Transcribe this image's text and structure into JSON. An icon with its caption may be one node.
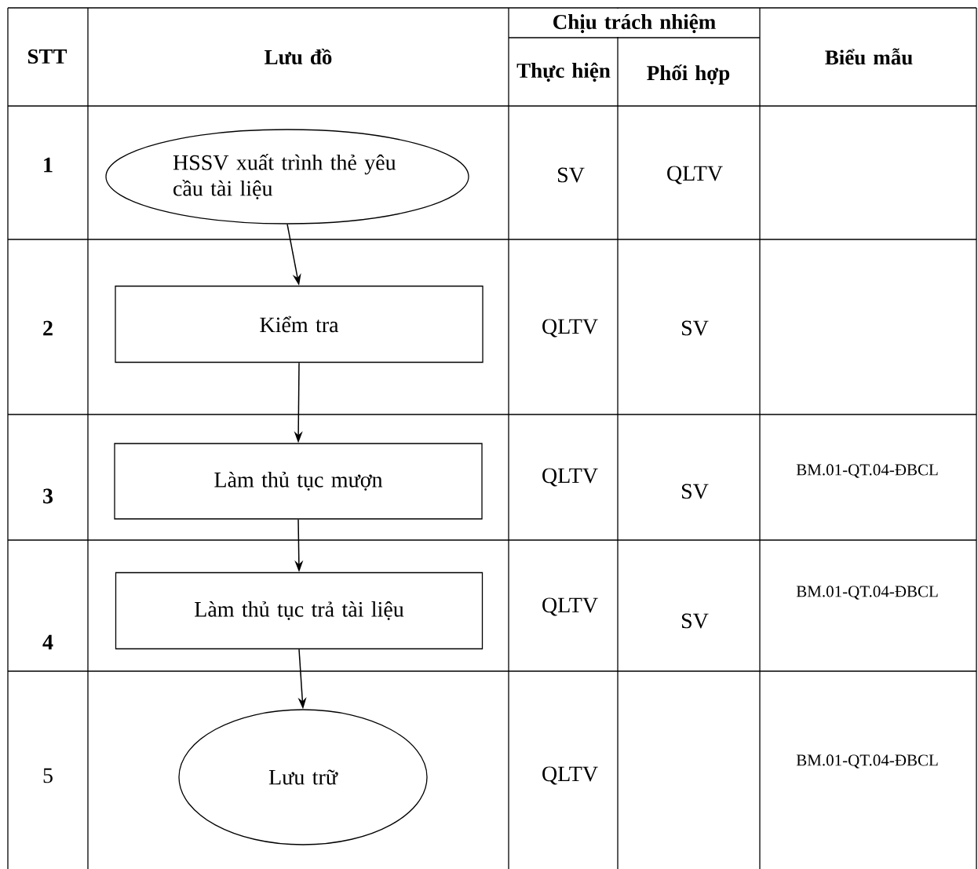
{
  "diagram": {
    "nodes": [
      {
        "text": [
          "HSSV xuất trình thẻ yêu cầu tài liệu"
        ]
      },
      {
        "text": [
          "Kiểm tra"
        ]
      },
      {
        "text": [
          "Làm thủ tục mượn"
        ]
      },
      {
        "text": [
          "Làm thủ tục trả tài liệu"
        ]
      },
      {
        "text": [
          "Lưu trữ"
        ]
      }
    ],
    "edges": [
      {
        "from": 0,
        "to": 1,
        "arrow": "to"
      },
      {
        "from": 1,
        "to": 2,
        "arrow": "to"
      },
      {
        "from": 2,
        "to": 3,
        "arrow": "to"
      },
      {
        "from": 3,
        "to": 4,
        "arrow": "to"
      }
    ],
    "labels": [
      "STT",
      "Lưu đồ",
      "Chịu trách nhiệm",
      "Biểu mẫu",
      "Thực hiện",
      "Phối hợp",
      "1",
      "SV",
      "QLTV",
      "2",
      "QLTV",
      "SV",
      "3",
      "QLTV",
      "SV",
      "BM.01-QT.04-ĐBCL",
      "4",
      "QLTV",
      "SV",
      "BM.01-QT.04-ĐBCL",
      "5",
      "QLTV",
      "BM.01-QT.04-ĐBCL"
    ]
  }
}
